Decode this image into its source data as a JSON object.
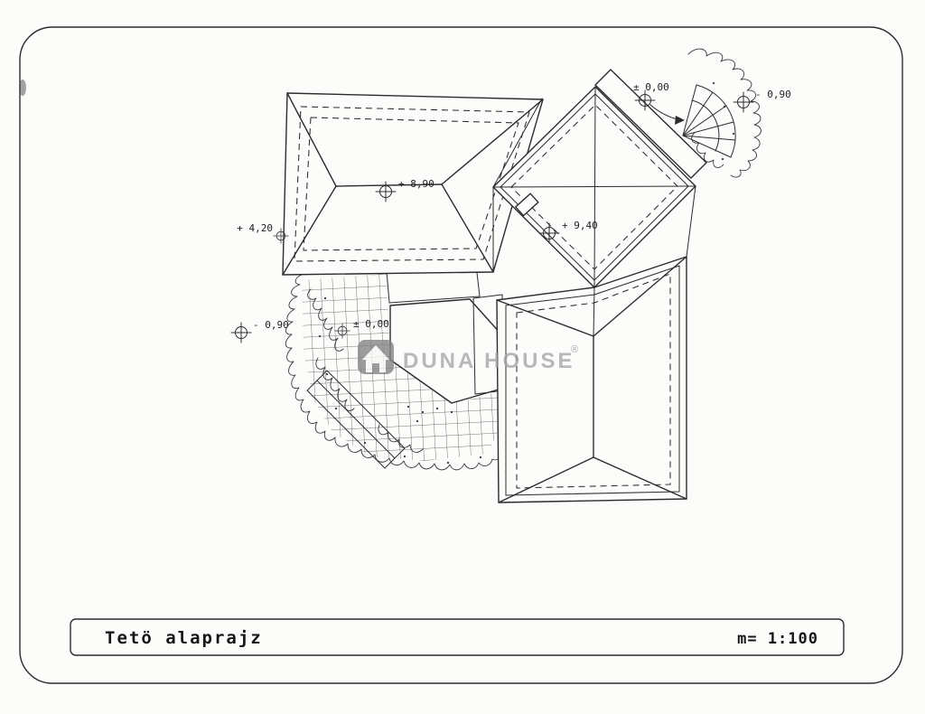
{
  "sheet": {
    "title": "Tetö alaprajz",
    "scale": "m= 1:100"
  },
  "watermark": {
    "brand": "DUNA HOUSE",
    "registered": "®"
  },
  "markers": {
    "plus_890": "+ 8,90",
    "plus_940": "+ 9,40",
    "plus_420": "+ 4,20",
    "pm_000_top": "± 0,00",
    "minus_090_top": "- 0,90",
    "minus_090_left": "- 0,90",
    "pm_000_terrace": "± 0,00"
  },
  "colors": {
    "ink": "#2c2c2c",
    "paper": "#fcfcfa",
    "watermark": "#a2a2a2"
  }
}
